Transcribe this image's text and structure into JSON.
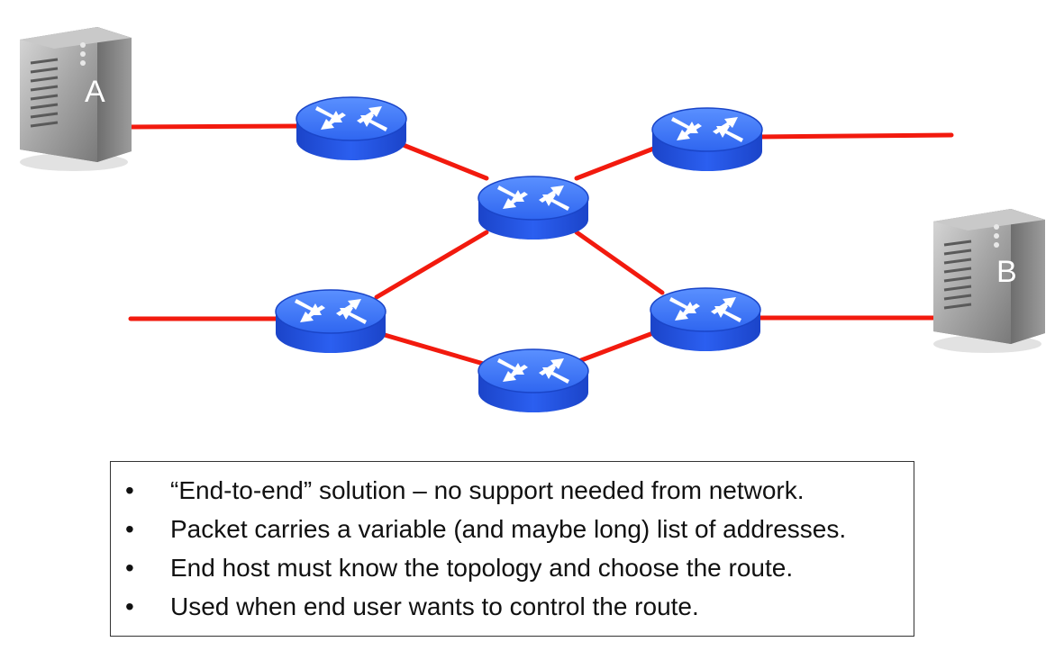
{
  "colors": {
    "link": "#f21a0e",
    "router_top": "#3f7cff",
    "router_side": "#1f4fe0",
    "router_arrow": "#ffffff",
    "server_body": "#8f8f8f",
    "server_face": "#b9b9b9",
    "label_text": "#ffffff",
    "box_border": "#333333"
  },
  "icons": {
    "router": "router-icon",
    "server": "server-icon"
  },
  "hosts": [
    {
      "id": "host-a",
      "label": "A"
    },
    {
      "id": "host-b",
      "label": "B"
    }
  ],
  "routers": [
    {
      "id": "router-top-left"
    },
    {
      "id": "router-top-right"
    },
    {
      "id": "router-center"
    },
    {
      "id": "router-bottom-left"
    },
    {
      "id": "router-bottom-right"
    },
    {
      "id": "router-bottom-center"
    }
  ],
  "notes": {
    "bullet": "•",
    "items": [
      "“End-to-end” solution – no support needed from network.",
      "Packet carries a variable (and maybe long) list of addresses.",
      "End host must know the topology and choose the route.",
      "Used when end user wants to control the route."
    ]
  }
}
